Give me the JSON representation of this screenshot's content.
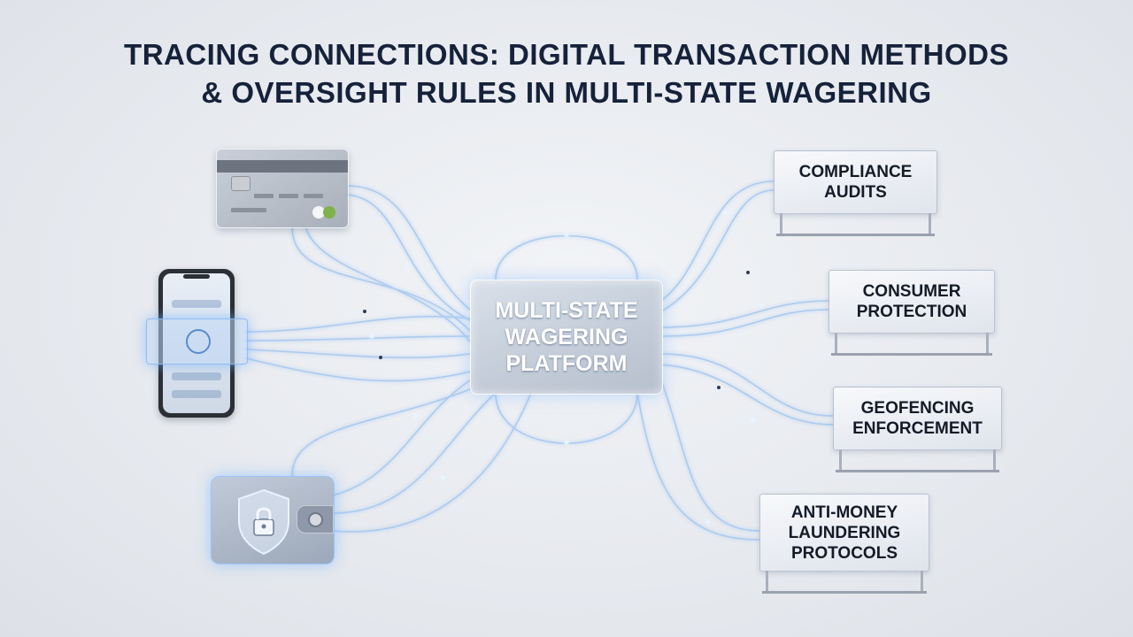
{
  "title": {
    "line1": "TRACING CONNECTIONS: DIGITAL TRANSACTION METHODS",
    "line2": "& OVERSIGHT RULES IN MULTI-STATE WAGERING"
  },
  "hub": {
    "line1": "MULTI-STATE",
    "line2": "WAGERING",
    "line3": "PLATFORM"
  },
  "sources": [
    {
      "icon": "credit-card-icon"
    },
    {
      "icon": "smartphone-icon"
    },
    {
      "icon": "wallet-lock-icon"
    }
  ],
  "outputs": [
    {
      "line1": "COMPLIANCE",
      "line2": "AUDITS"
    },
    {
      "line1": "CONSUMER",
      "line2": "PROTECTION"
    },
    {
      "line1": "GEOFENCING",
      "line2": "ENFORCEMENT"
    },
    {
      "line1": "ANTI-MONEY",
      "line2": "LAUNDERING",
      "line3": "PROTOCOLS"
    }
  ],
  "colors": {
    "title": "#16213a",
    "wire": "#9cc4f2",
    "glow": "#7fb6ff",
    "hub_text": "#ffffff",
    "sign_text": "#141a26"
  }
}
